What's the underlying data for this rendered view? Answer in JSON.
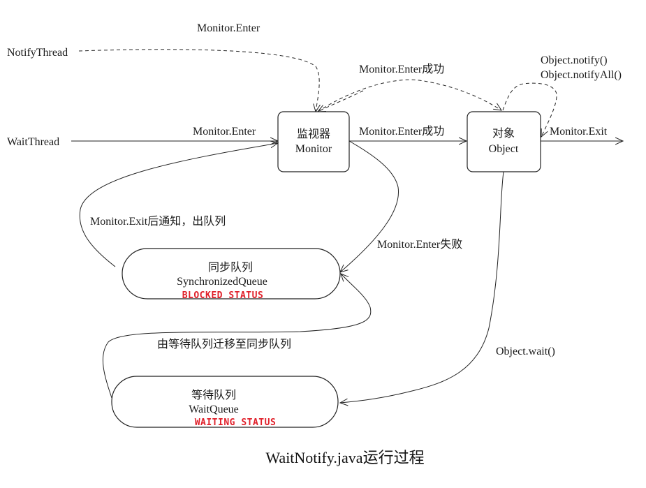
{
  "diagram": {
    "title": "WaitNotify.java运行过程",
    "actors": {
      "notify_thread": "NotifyThread",
      "wait_thread": "WaitThread"
    },
    "nodes": {
      "monitor": {
        "cn": "监视器",
        "en": "Monitor"
      },
      "object": {
        "cn": "对象",
        "en": "Object"
      },
      "sync_queue": {
        "cn": "同步队列",
        "en": "SynchronizedQueue",
        "status": "BLOCKED STATUS"
      },
      "wait_queue": {
        "cn": "等待队列",
        "en": "WaitQueue",
        "status": "WAITING STATUS"
      }
    },
    "edges": {
      "notify_enter": "Monitor.Enter",
      "wait_enter": "Monitor.Enter",
      "enter_success_dashed": "Monitor.Enter成功",
      "enter_success": "Monitor.Enter成功",
      "notify_line1": "Object.notify()",
      "notify_line2": "Object.notifyAll()",
      "monitor_exit": "Monitor.Exit",
      "exit_notify_dequeue": "Monitor.Exit后通知，出队列",
      "enter_failed": "Monitor.Enter失败",
      "migrate": "由等待队列迁移至同步队列",
      "object_wait": "Object.wait()"
    },
    "colors": {
      "status": "#e0202a",
      "stroke": "#222222"
    }
  }
}
